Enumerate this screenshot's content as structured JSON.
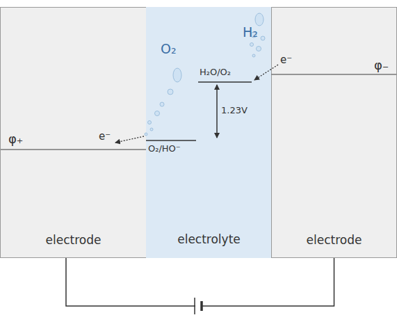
{
  "diagram": {
    "nodes": [
      {
        "text": [
          "electrode"
        ]
      },
      {
        "text": [
          "electrolyte"
        ]
      },
      {
        "text": [
          "electrode"
        ]
      }
    ],
    "edges": [
      {
        "from": 0,
        "to": 2,
        "arrow": "none"
      }
    ],
    "labels": [
      "φ₊",
      "e⁻",
      "O₂",
      "H₂",
      "H₂O/O₂",
      "1.23V",
      "O₂/HO⁻",
      "e⁻",
      "φ₋"
    ]
  }
}
